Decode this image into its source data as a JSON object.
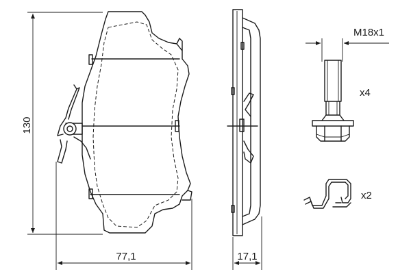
{
  "dimensions": {
    "height": "130",
    "width": "77,1",
    "thickness": "17,1",
    "thread": "M18x1"
  },
  "quantities": {
    "bolt": "x4",
    "clip": "x2"
  }
}
